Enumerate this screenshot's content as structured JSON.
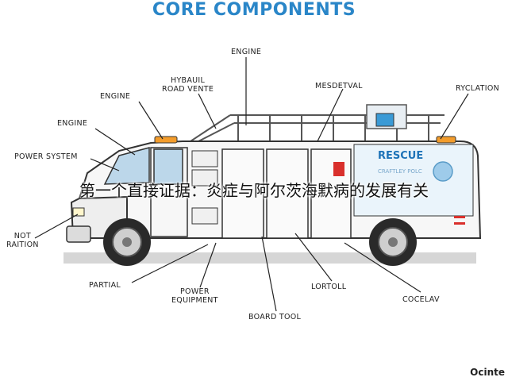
{
  "title": "CORE COMPONENTS",
  "labels": {
    "engine_top": "ENGINE",
    "hydraulic_line1": "HYBAUIL",
    "hydraulic_line2": "ROAD VENTE",
    "engine_left1": "ENGINE",
    "medetval": "MESDETVAL",
    "ryclation": "RYCLATION",
    "engine_left2": "ENGINE",
    "power_system": "POWER SYSTEM",
    "not_raition_line1": "NOT",
    "not_raition_line2": "RAITION",
    "partial": "PARTIAL",
    "power_equip_line1": "POWER",
    "power_equip_line2": "EQUIPMENT",
    "board_tool": "BOARD TOOL",
    "lortoll": "LORTOLL",
    "cocelav": "COCELAV"
  },
  "vehicle": {
    "side_text": "RESCUE",
    "side_subtext": "CRAFTLEY POLC"
  },
  "overlay_caption": "第一个直接证据：炎症与阿尔茨海默病的发展有关",
  "watermark": "Ocinte",
  "colors": {
    "title": "#2a86c8",
    "rescue_text": "#1e73b8",
    "accent_light": "#f39c2b",
    "stripe_red": "#d9302c"
  }
}
